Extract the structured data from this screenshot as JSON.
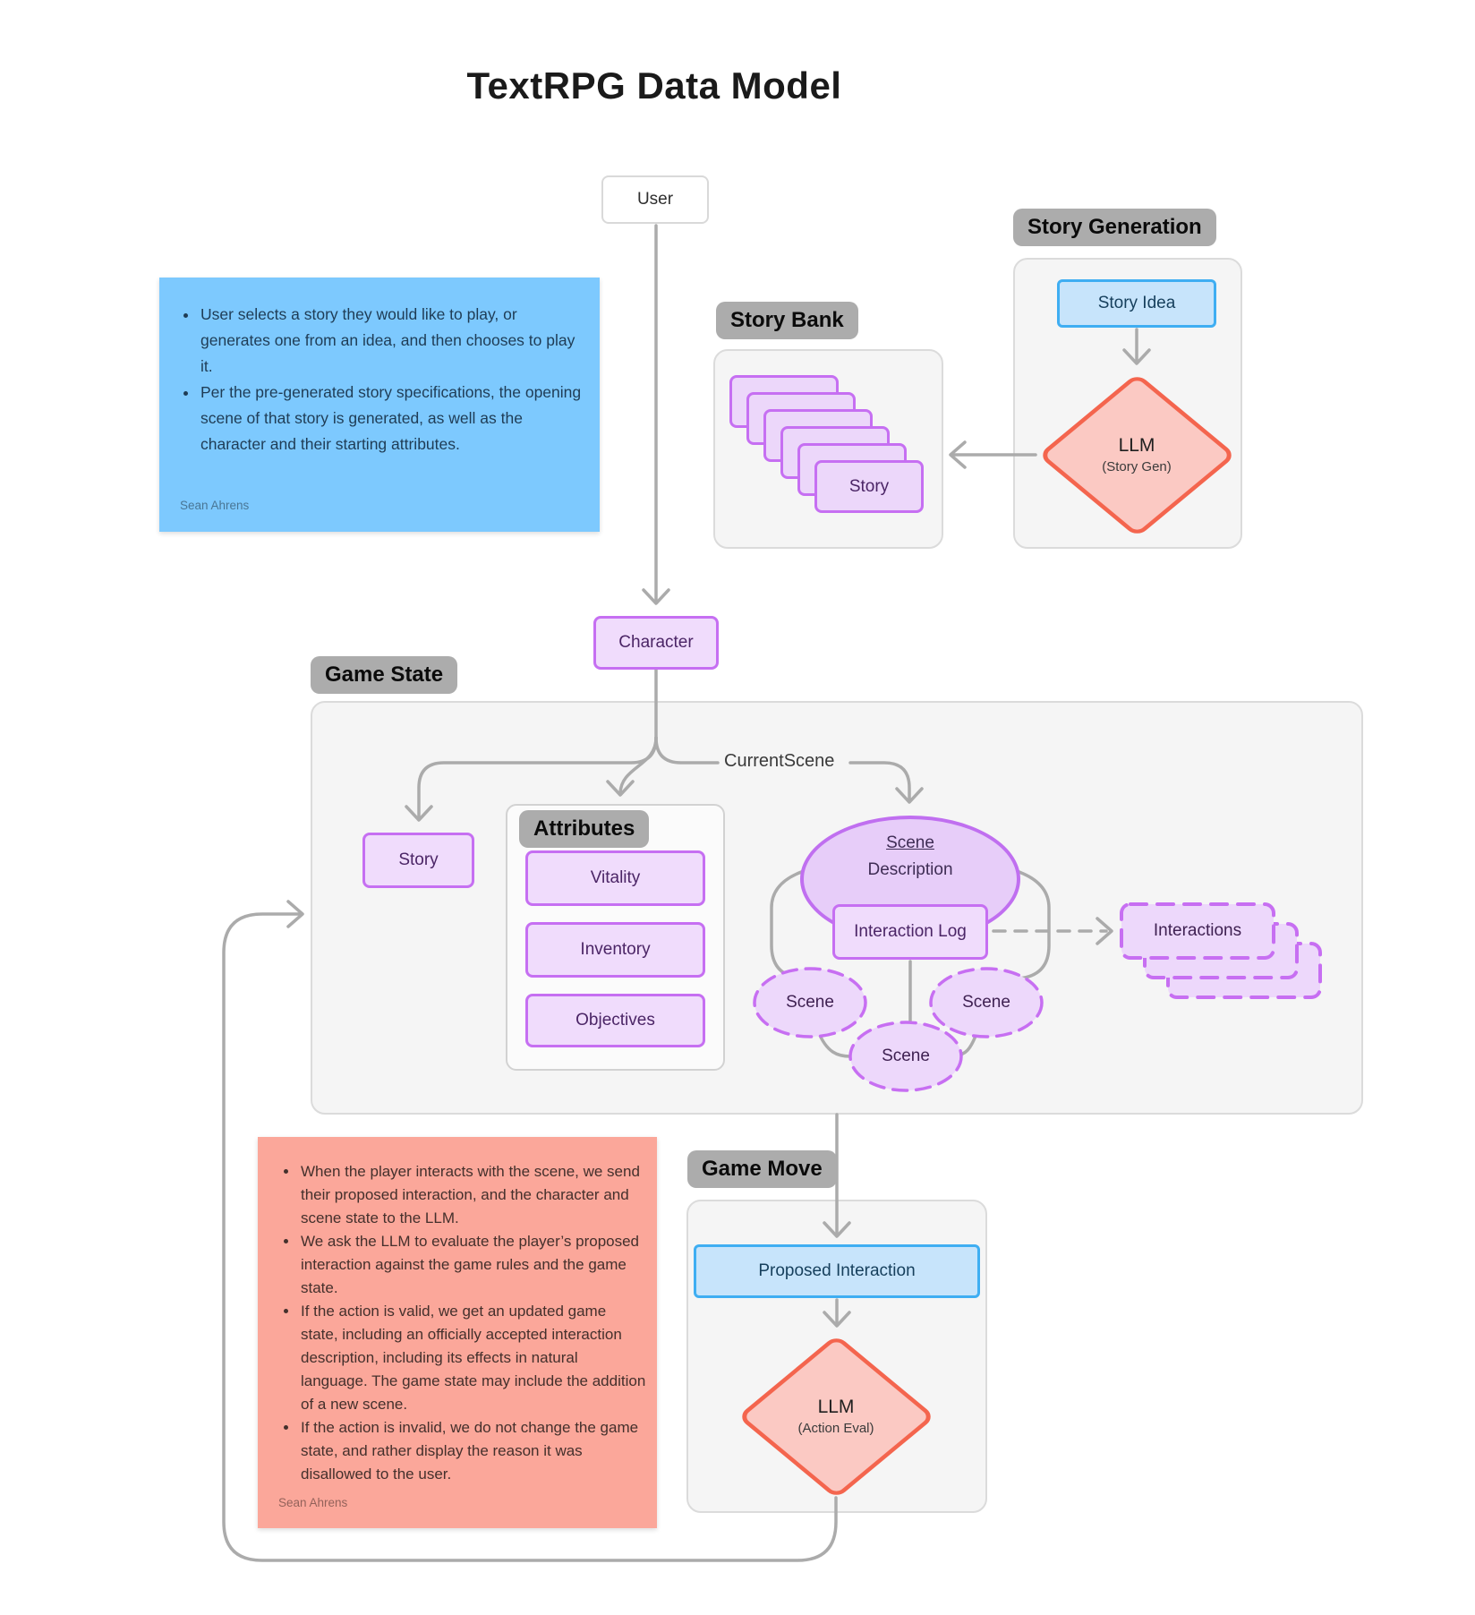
{
  "title": "TextRPG Data Model",
  "colors": {
    "purple_border": "#C66FF2",
    "purple_fill": "#F0DCFC",
    "blue_border": "#3FAEF2",
    "blue_fill": "#C7E4FB",
    "red_border": "#F4654E",
    "red_fill": "#FBC9C3",
    "note_blue": "#7DC9FE",
    "note_pink": "#FBA79A",
    "chip_gray": "#ACACAC",
    "connector_gray": "#ABABAB",
    "panel_gray": "#F5F5F5"
  },
  "sections": {
    "story_bank": "Story Bank",
    "story_generation": "Story Generation",
    "game_state": "Game State",
    "attributes": "Attributes",
    "game_move": "Game Move"
  },
  "nodes": {
    "user": "User",
    "character": "Character",
    "story_card": "Story",
    "story_idea": "Story Idea",
    "llm_story_gen": {
      "title": "LLM",
      "subtitle": "(Story Gen)"
    },
    "story": "Story",
    "vitality": "Vitality",
    "inventory": "Inventory",
    "objectives": "Objectives",
    "current_scene": "CurrentScene",
    "scene_description": {
      "line1": "Scene",
      "line2": "Description"
    },
    "interaction_log": "Interaction Log",
    "interactions": "Interactions",
    "scene": "Scene",
    "proposed_interaction": "Proposed Interaction",
    "llm_action_eval": {
      "title": "LLM",
      "subtitle": "(Action Eval)"
    }
  },
  "notes": {
    "blue": {
      "bullets": [
        "User selects a story they would like to play, or generates one from an idea, and then chooses to play it.",
        "Per the pre-generated story specifications, the opening scene of that story is generated, as well as the character and their starting attributes."
      ],
      "attribution": "Sean Ahrens"
    },
    "pink": {
      "bullets": [
        "When the player interacts with the scene, we send their proposed interaction, and the character and scene state to the LLM.",
        "We ask the LLM to evaluate the player’s proposed interaction against the game rules and the game state.",
        "If the action is valid, we get an updated game state, including an officially accepted interaction description, including its effects in natural language. The game state may include the addition of a new scene.",
        "If the action is invalid, we do not change the game state, and rather display the reason it was disallowed to the user."
      ],
      "attribution": "Sean Ahrens"
    }
  }
}
